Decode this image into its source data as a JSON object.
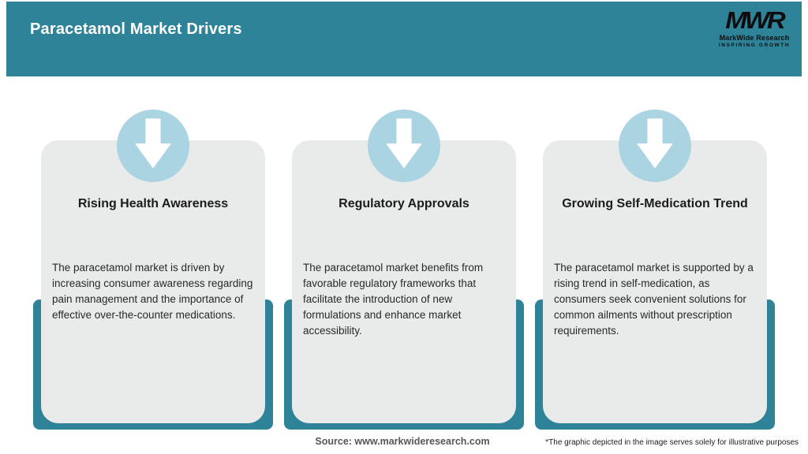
{
  "header": {
    "title": "Paracetamol Market Drivers",
    "logo": {
      "monogram": "MWR",
      "name": "MarkWide Research",
      "tagline": "INSPIRING GROWTH"
    }
  },
  "cards": [
    {
      "title": "Rising Health Awareness",
      "body": "The paracetamol market is driven by increasing consumer awareness regarding pain management and the importance of effective over-the-counter medications."
    },
    {
      "title": "Regulatory Approvals",
      "body": "The paracetamol market benefits from favorable regulatory frameworks that facilitate the introduction of new formulations and enhance market accessibility."
    },
    {
      "title": "Growing Self-Medication Trend",
      "body": "The paracetamol market is supported by a rising trend in self-medication, as consumers seek convenient solutions for common ailments without prescription requirements."
    }
  ],
  "footer": {
    "source": "Source: www.markwideresearch.com",
    "disclaimer": "*The graphic depicted in the image serves solely for illustrative purposes"
  },
  "icons": {
    "card_icon": "down-arrow-icon"
  },
  "colors": {
    "teal": "#2F8399",
    "card_bg": "#E8EBEA",
    "circle_blue": "#ABD4E2",
    "arrow_white": "#FFFFFF",
    "header_text": "#FFFFFF",
    "logo_text": "#0D0D0D"
  }
}
